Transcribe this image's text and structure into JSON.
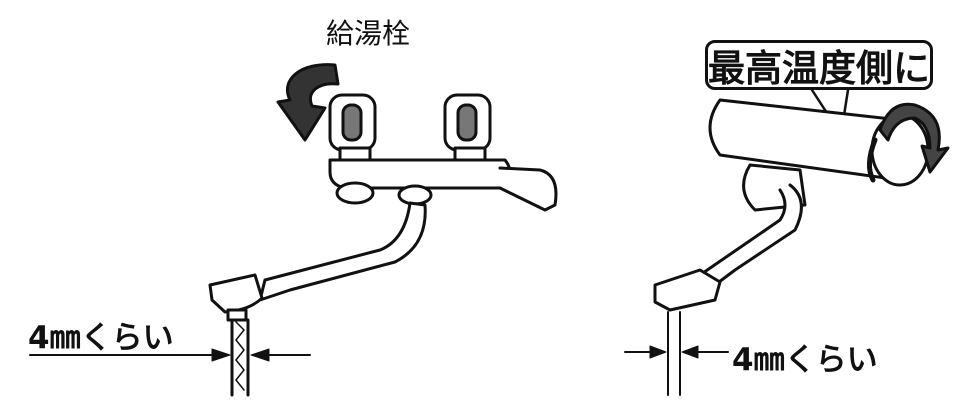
{
  "left_figure": {
    "valve_label": "給湯栓",
    "gap_caption": "4㎜くらい"
  },
  "right_figure": {
    "callout": "最高温度側に",
    "gap_caption": "4㎜くらい"
  }
}
